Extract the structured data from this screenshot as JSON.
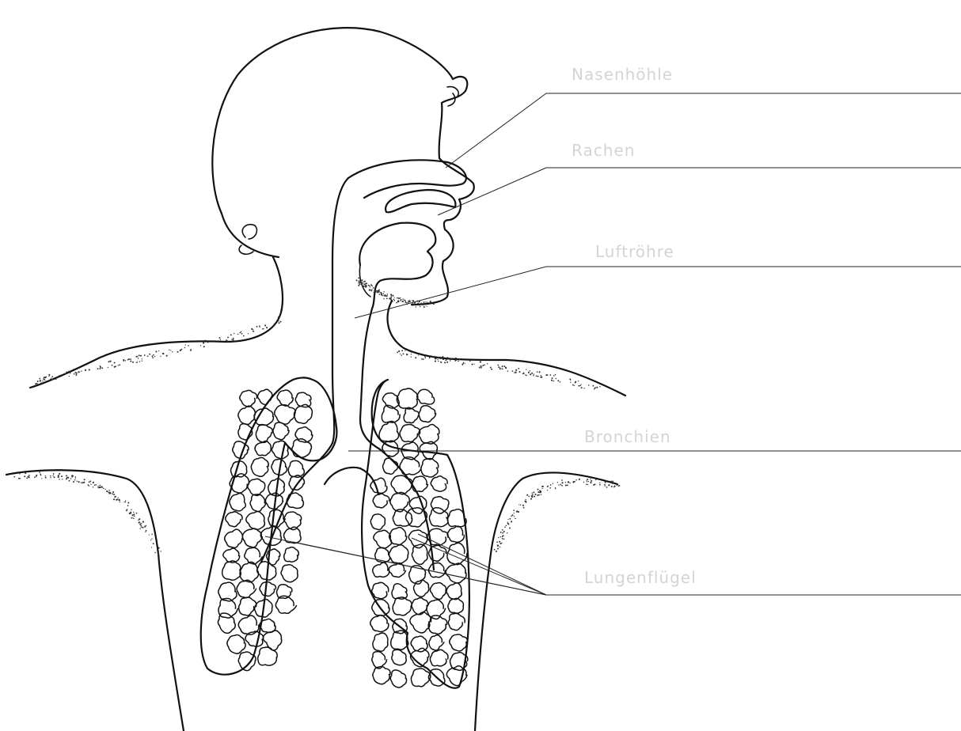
{
  "labels": [
    {
      "id": "nose",
      "text": "Nasenhöhle"
    },
    {
      "id": "pharynx",
      "text": "Rachen"
    },
    {
      "id": "trachea",
      "text": "Luftröhre"
    },
    {
      "id": "bronchus",
      "text": "Bronchien"
    },
    {
      "id": "alveoli",
      "text": "Lungenflügel"
    }
  ]
}
